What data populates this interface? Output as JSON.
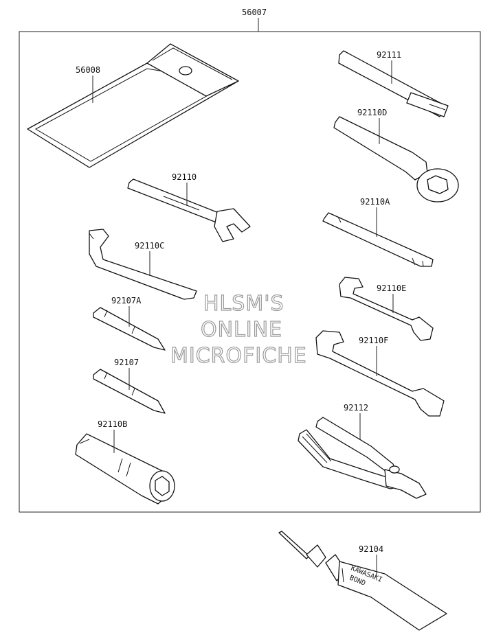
{
  "assembly": {
    "number": "56007"
  },
  "parts": [
    {
      "id": "p56008",
      "number": "56008"
    },
    {
      "id": "p92111",
      "number": "92111"
    },
    {
      "id": "p92110D",
      "number": "92110D"
    },
    {
      "id": "p92110",
      "number": "92110"
    },
    {
      "id": "p92110A",
      "number": "92110A"
    },
    {
      "id": "p92110C",
      "number": "92110C"
    },
    {
      "id": "p92110E",
      "number": "92110E"
    },
    {
      "id": "p92107A",
      "number": "92107A"
    },
    {
      "id": "p92110F",
      "number": "92110F"
    },
    {
      "id": "p92107",
      "number": "92107"
    },
    {
      "id": "p92112",
      "number": "92112"
    },
    {
      "id": "p92110B",
      "number": "92110B"
    },
    {
      "id": "p92104",
      "number": "92104"
    }
  ],
  "watermark": {
    "line1": "HLSM'S",
    "line2": "ONLINE",
    "line3": "MICROFICHE"
  },
  "tube_text": {
    "line1": "KAWASAKI",
    "line2": "BOND"
  }
}
